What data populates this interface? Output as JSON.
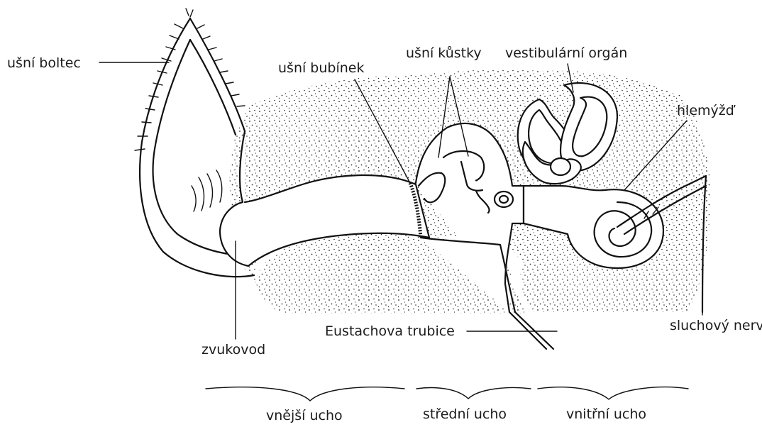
{
  "labels": {
    "pinna": "ušní boltec",
    "eardrum": "ušní bubínek",
    "ossicles": "ušní kůstky",
    "vestibular": "vestibulární orgán",
    "cochlea": "hlemýžď",
    "auditory_nerve": "sluchový nerv",
    "eustachian": "Eustachova trubice",
    "ear_canal": "zvukovod"
  },
  "regions": {
    "outer": "vnější ucho",
    "middle": "střední ucho",
    "inner": "vnitřní ucho"
  }
}
